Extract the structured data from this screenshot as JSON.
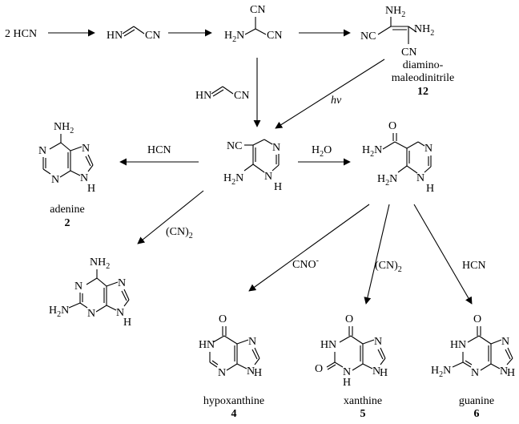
{
  "row1": {
    "hcn_reactant": "2 HCN",
    "imine_hn": "HN",
    "imine_cn": "CN",
    "aminomalono_cn_top": "CN",
    "aminomalono_h2n": "H",
    "aminomalono_h2n_sub": "2",
    "aminomalono_h2n_n": "N",
    "aminomalono_cn_right": "CN",
    "damn_nh2_top": "NH",
    "damn_nh2_top_sub": "2",
    "damn_nc_left": "NC",
    "damn_nh2_right": "NH",
    "damn_nh2_right_sub": "2",
    "damn_cn_bottom": "CN",
    "damn_name_line1": "diamino-",
    "damn_name_line2": "maleodinitrile",
    "damn_number": "12"
  },
  "reagents": {
    "side_imine_hn": "HN",
    "side_imine_cn": "CN",
    "photo": "hν",
    "hcn_to_adenine": "HCN",
    "water": "H",
    "water_sub": "2",
    "water_o": "O",
    "cyanogen_to_diaminopurine": "(CN)",
    "cyanogen_sub": "2",
    "cyanate": "CNO",
    "cyanate_sup": "-",
    "cyanogen_to_xanthine": "(CN)",
    "cyanogen_to_xanthine_sub": "2",
    "hcn_to_guanine": "HCN"
  },
  "aminoimidazole_carbonitrile": {
    "nc": "NC",
    "n_ring": "N",
    "h2n_h": "H",
    "h2n_sub": "2",
    "h2n_n": "N",
    "nh": "N",
    "nh_h": "H"
  },
  "aminoimidazole_carboxamide": {
    "o": "O",
    "h2n_h": "H",
    "h2n_sub": "2",
    "h2n_n": "N",
    "n_ring": "N",
    "h2n2_h": "H",
    "h2n2_sub": "2",
    "h2n2_n": "N",
    "nh": "N",
    "nh_h": "H"
  },
  "adenine": {
    "nh2": "NH",
    "nh2_sub": "2",
    "n1": "N",
    "n3": "N",
    "n7": "N",
    "n9": "N",
    "h9": "H",
    "name": "adenine",
    "number": "2"
  },
  "diaminopurine": {
    "nh2": "NH",
    "nh2_sub": "2",
    "n1": "N",
    "n3": "N",
    "n7": "N",
    "n9": "N",
    "h9": "H",
    "h2n_h": "H",
    "h2n_sub": "2",
    "h2n_n": "N"
  },
  "hypoxanthine": {
    "o": "O",
    "hn": "H",
    "n1": "N",
    "n3": "N",
    "n7": "N",
    "n9": "N",
    "h9": "H",
    "name": "hypoxanthine",
    "number": "4"
  },
  "xanthine": {
    "o_top": "O",
    "hn": "H",
    "n1": "N",
    "o_left": "O",
    "n3": "N",
    "h3": "H",
    "n7": "N",
    "n9": "N",
    "h9": "H",
    "name": "xanthine",
    "number": "5"
  },
  "guanine": {
    "o": "O",
    "hn": "H",
    "n1": "N",
    "h2n_h": "H",
    "h2n_sub": "2",
    "h2n_n": "N",
    "n3": "N",
    "n7": "N",
    "n9": "N",
    "h9": "H",
    "name": "guanine",
    "number": "6"
  }
}
